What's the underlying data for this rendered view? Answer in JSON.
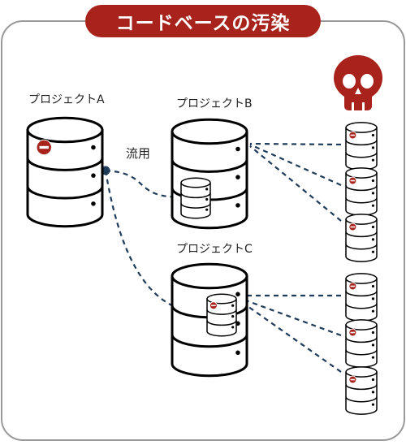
{
  "title": "コードベースの汚染",
  "projects": [
    {
      "name": "プロジェクトA"
    },
    {
      "name": "プロジェクトB"
    },
    {
      "name": "プロジェクトC"
    }
  ],
  "reuse_label": "流用",
  "icons": {
    "danger": "skull-icon",
    "no_entry": "no-entry-icon",
    "database": "database-icon"
  },
  "colors": {
    "accent": "#a8231c",
    "line": "#1f3b5a",
    "stroke": "#000000"
  }
}
